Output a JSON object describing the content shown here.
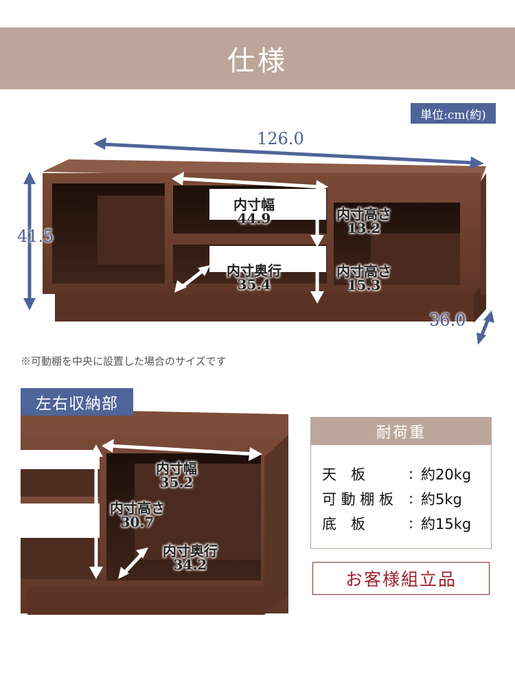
{
  "header": {
    "title": "仕様",
    "unit_label": "単位:cm(約)"
  },
  "main_image": {
    "overall": {
      "width": "126.0",
      "height": "41.5",
      "depth": "36.0"
    },
    "inner": [
      {
        "label": "内寸幅",
        "value": "44.9"
      },
      {
        "label": "内寸高さ",
        "value": "13.2"
      },
      {
        "label": "内寸奥行",
        "value": "35.4"
      },
      {
        "label": "内寸高さ",
        "value": "15.3"
      }
    ],
    "note": "※可動棚を中央に設置した場合のサイズです"
  },
  "side_section": {
    "tag": "左右収納部",
    "inner": [
      {
        "label": "内寸幅",
        "value": "35.2"
      },
      {
        "label": "内寸高さ",
        "value": "30.7"
      },
      {
        "label": "内寸奥行",
        "value": "34.2"
      }
    ]
  },
  "load_capacity": {
    "title": "耐荷重",
    "rows": [
      {
        "part": "天　板",
        "value": "約20kg"
      },
      {
        "part": "可 動 棚 板",
        "value": "約5kg"
      },
      {
        "part": "底　板",
        "value": "約15kg"
      }
    ],
    "separator": ":"
  },
  "assembly_label": "お客様組立品",
  "colors": {
    "banner": "#bca69b",
    "accent_blue": "#4f6498",
    "wood": "#6b4030",
    "assembly_red": "#a0222a"
  }
}
